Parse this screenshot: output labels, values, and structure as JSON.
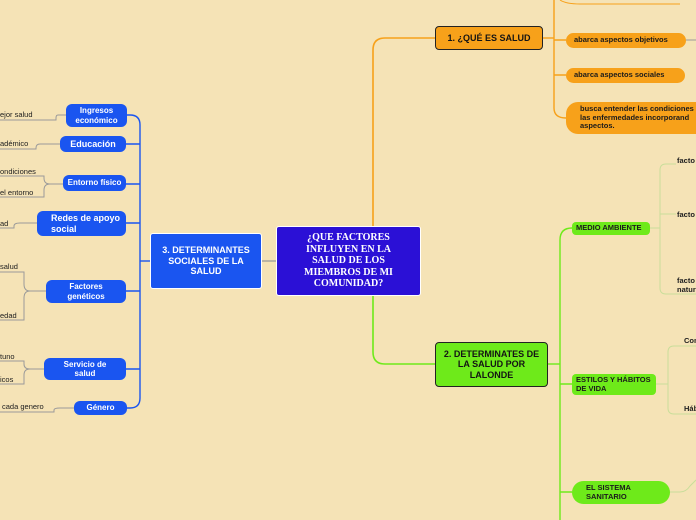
{
  "central": {
    "text": "¿QUE FACTORES INFLUYEN EN LA SALUD DE LOS MIEMBROS DE MI COMUNIDAD?"
  },
  "branches": {
    "social": {
      "title": "3. DETERMINANTES SOCIALES DE LA SALUD",
      "items": [
        {
          "label": "Ingresos económico",
          "leaves": [
            "ejor salud"
          ]
        },
        {
          "label": "Educación",
          "leaves": [
            "adémico"
          ]
        },
        {
          "label": "Entorno físico",
          "leaves": [
            "ondiciones",
            "el entorno"
          ]
        },
        {
          "label": "Redes de apoyo social",
          "leaves": [
            "ad"
          ]
        },
        {
          "label": "Factores genéticos",
          "leaves": [
            "salud",
            "edad"
          ]
        },
        {
          "label": "Servicio de salud",
          "leaves": [
            "tuno",
            "icos"
          ]
        },
        {
          "label": "Género",
          "leaves": [
            "cada genero"
          ]
        }
      ]
    },
    "que_es": {
      "title": "1. ¿QUÉ ES SALUD",
      "items": [
        {
          "label": "abarca aspectos objetivos"
        },
        {
          "label": "abarca aspectos sociales"
        },
        {
          "label": "busca entender las condiciones las enfermedades incorporand aspectos."
        }
      ]
    },
    "lalonde": {
      "title": "2. DETERMINATES DE LA SALUD POR LALONDE",
      "items": [
        {
          "label": "MEDIO AMBIENTE",
          "leaves": [
            "facto",
            "facto",
            "facto natur"
          ]
        },
        {
          "label": "ESTILOS Y HÁBITOS DE VIDA",
          "leaves": [
            "Con",
            "Háb"
          ]
        },
        {
          "label": "EL SISTEMA SANITARIO",
          "leaves": []
        }
      ]
    }
  },
  "colors": {
    "background": "#f5e3b6",
    "central": "#2b10d6",
    "social": "#1a55f0",
    "que_es": "#f7a11a",
    "lalonde": "#6eea1a",
    "leaf_line": "#9a9a9a"
  }
}
